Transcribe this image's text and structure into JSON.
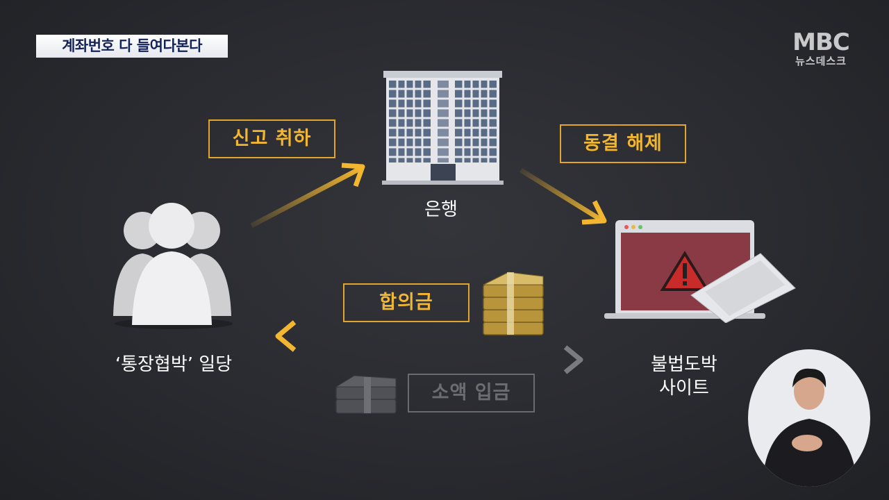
{
  "headline": "계좌번호 다 들여다본다",
  "logo": {
    "brand": "MBC",
    "program": "뉴스데스크"
  },
  "nodes": {
    "bank": "은행",
    "gang": "‘통장협박’ 일당",
    "site_line1": "불법도박",
    "site_line2": "사이트"
  },
  "edges": {
    "report_withdrawal": "신고 취하",
    "unfreeze": "동결 해제",
    "settlement": "합의금",
    "small_deposit": "소액 입금"
  },
  "colors": {
    "accent": "#f2b631",
    "muted": "#6c6d72",
    "background": "#2a2b30"
  }
}
